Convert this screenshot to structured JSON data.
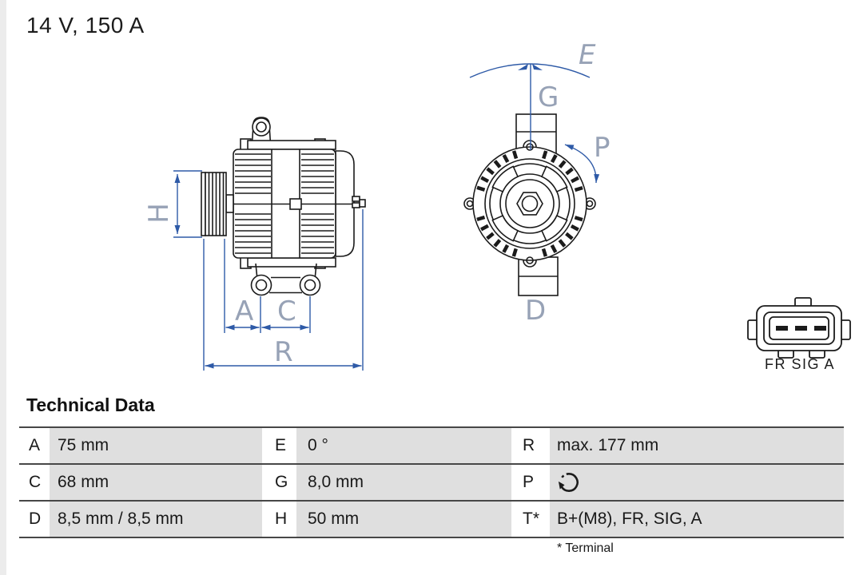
{
  "title": "14 V, 150 A",
  "drawing": {
    "dim_labels": {
      "H": "H",
      "A": "A",
      "C": "C",
      "R": "R",
      "E": "E",
      "G": "G",
      "P": "P",
      "D": "D"
    },
    "connector": {
      "label": "FR SIG A"
    },
    "colors": {
      "line": "#1b1b1b",
      "dimension": "#2e5aa7",
      "dim_label": "#97a2b6"
    }
  },
  "table": {
    "heading": "Technical Data",
    "cells": [
      {
        "key": "A",
        "value": "75 mm"
      },
      {
        "key": "E",
        "value": "0 °"
      },
      {
        "key": "R",
        "value": "max. 177 mm"
      },
      {
        "key": "C",
        "value": "68 mm"
      },
      {
        "key": "G",
        "value": "8,0 mm"
      },
      {
        "key": "P",
        "value": "",
        "icon": "rotation-clockwise"
      },
      {
        "key": "D",
        "value": "8,5 mm / 8,5 mm"
      },
      {
        "key": "H",
        "value": "50 mm"
      },
      {
        "key": "T*",
        "value": "B+(M8), FR, SIG, A"
      }
    ],
    "footnote": "* Terminal"
  }
}
